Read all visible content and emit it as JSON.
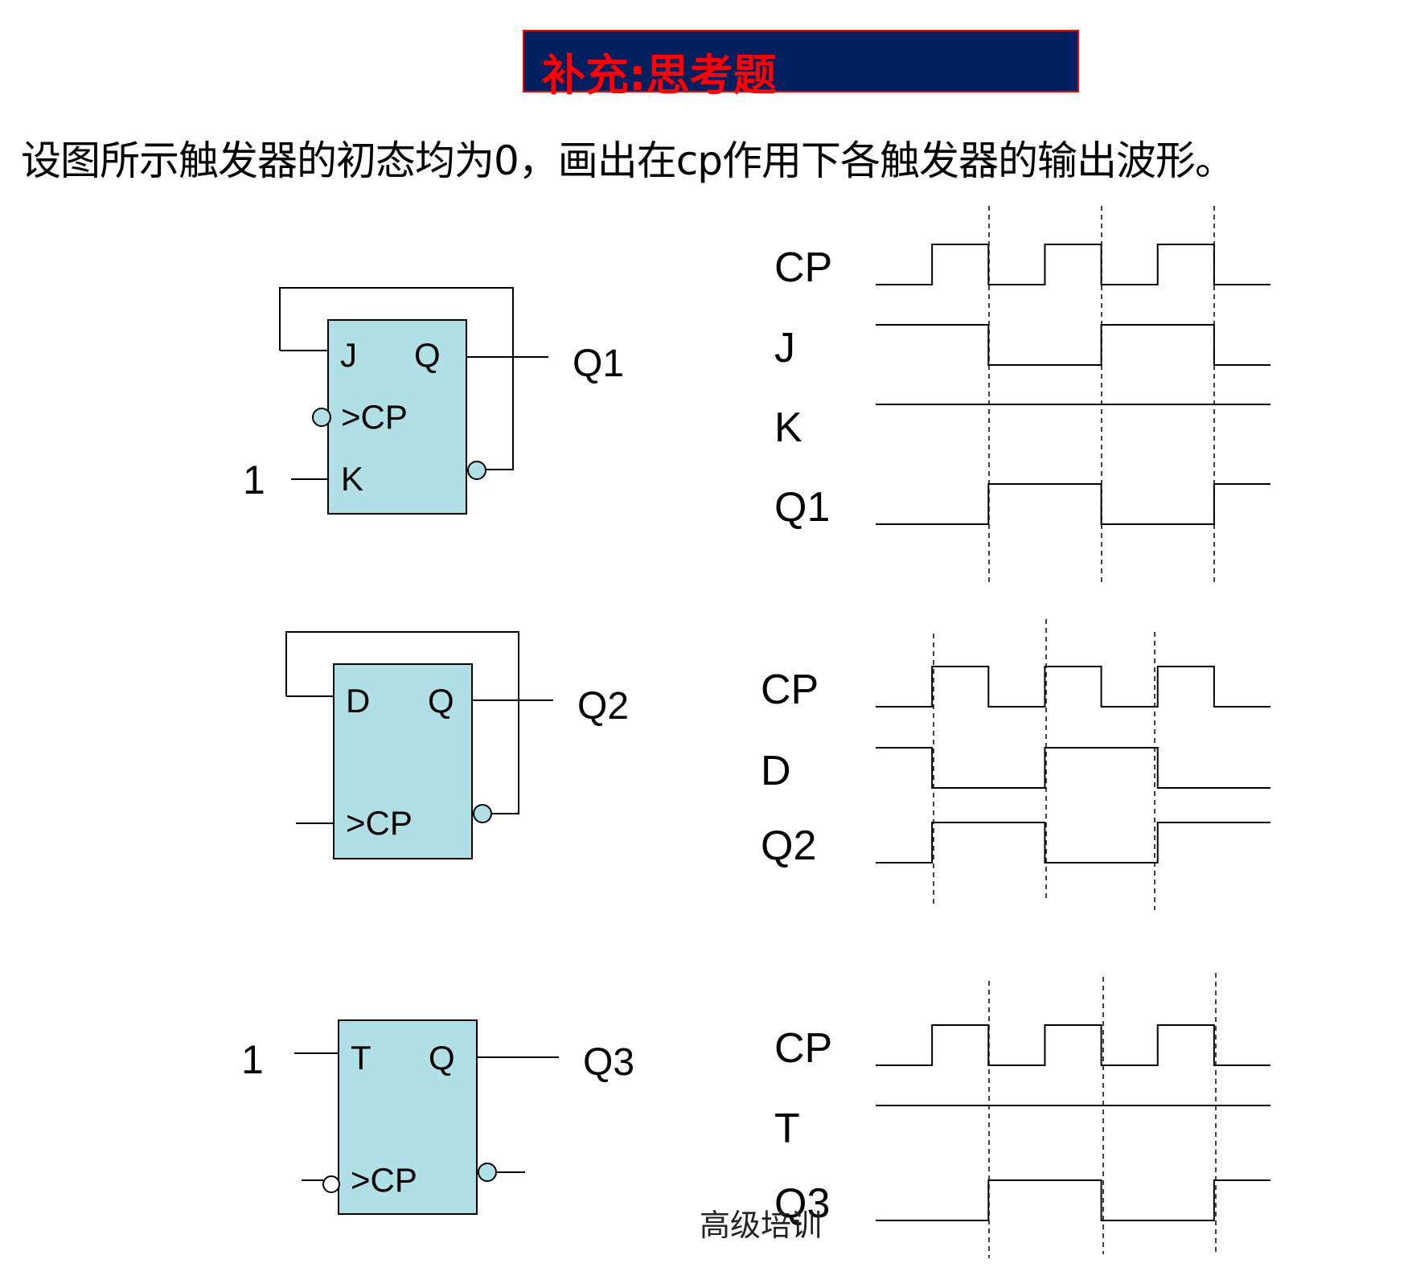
{
  "title": "补充:思考题",
  "question": "设图所示触发器的初态均为0，画出在cp作用下各触发器的输出波形。",
  "footer": "高级培训",
  "colors": {
    "title_bg": "#001f5f",
    "title_text": "#ff0000",
    "box_fill": "#b0e0e6",
    "line": "#000000"
  },
  "circuits": [
    {
      "input_top": "J",
      "output_top": "Q",
      "clock": ">CP",
      "input_bottom": "K",
      "const_bottom": "1",
      "output_label": "Q1"
    },
    {
      "input_top": "D",
      "output_top": "Q",
      "clock": ">CP",
      "output_label": "Q2"
    },
    {
      "input_top": "T",
      "output_top": "Q",
      "clock": ">CP",
      "const_top": "1",
      "output_label": "Q3"
    }
  ],
  "timing": [
    {
      "signals": [
        {
          "name": "CP",
          "levels": [
            0,
            1,
            0,
            1,
            0,
            1,
            0
          ]
        },
        {
          "name": "J",
          "levels": [
            1,
            1,
            0,
            0,
            1,
            1,
            0
          ]
        },
        {
          "name": "K",
          "levels": [
            1,
            1,
            1,
            1,
            1,
            1,
            1
          ]
        },
        {
          "name": "Q1",
          "levels": [
            0,
            0,
            1,
            1,
            0,
            0,
            1
          ]
        }
      ]
    },
    {
      "signals": [
        {
          "name": "CP",
          "levels": [
            0,
            1,
            0,
            1,
            0,
            1,
            0
          ]
        },
        {
          "name": "D",
          "levels": [
            1,
            0,
            0,
            1,
            1,
            0,
            0
          ]
        },
        {
          "name": "Q2",
          "levels": [
            0,
            1,
            1,
            0,
            0,
            1,
            1
          ]
        }
      ]
    },
    {
      "signals": [
        {
          "name": "CP",
          "levels": [
            0,
            1,
            0,
            1,
            0,
            1,
            0
          ]
        },
        {
          "name": "T",
          "levels": [
            1,
            1,
            1,
            1,
            1,
            1,
            1
          ]
        },
        {
          "name": "Q3",
          "levels": [
            0,
            0,
            1,
            1,
            0,
            0,
            1
          ]
        }
      ]
    }
  ]
}
